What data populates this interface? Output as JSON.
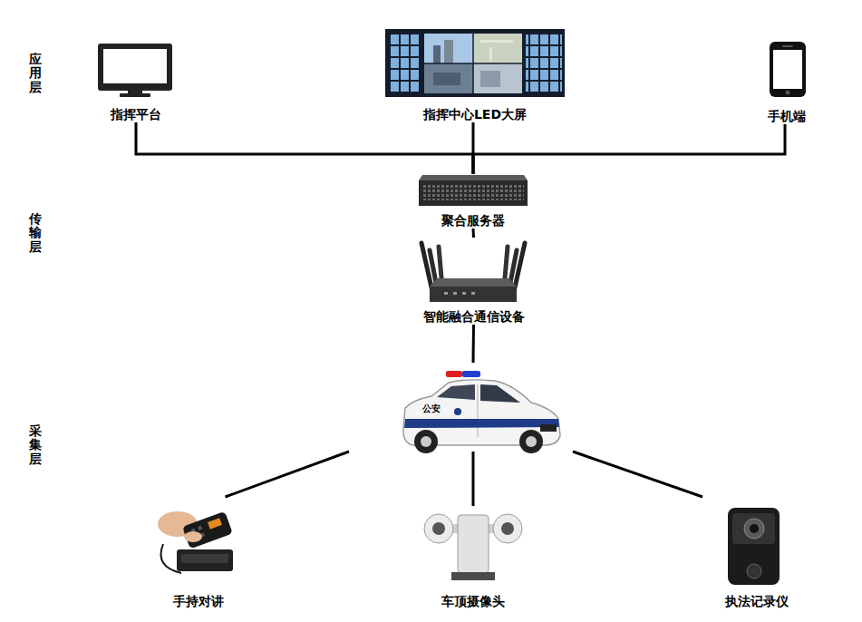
{
  "diagram": {
    "nodes": [
      {
        "text": [
          "指挥平台"
        ]
      },
      {
        "text": [
          "指挥中心LED大屏"
        ]
      },
      {
        "text": [
          "手机端"
        ]
      },
      {
        "text": [
          "聚合服务器"
        ]
      },
      {
        "text": [
          "智能融合通信设备"
        ]
      },
      {
        "text": [
          "公安"
        ]
      },
      {
        "text": [
          "手持对讲"
        ]
      },
      {
        "text": [
          "车顶摄像头"
        ]
      },
      {
        "text": [
          "执法记录仪"
        ]
      }
    ],
    "edges": [
      {
        "from": 0,
        "to": 3,
        "arrow": "none"
      },
      {
        "from": 1,
        "to": 3,
        "arrow": "none"
      },
      {
        "from": 2,
        "to": 3,
        "arrow": "none"
      },
      {
        "from": 3,
        "to": 4,
        "arrow": "none"
      },
      {
        "from": 4,
        "to": 5,
        "arrow": "none"
      },
      {
        "from": 5,
        "to": 6,
        "arrow": "none"
      },
      {
        "from": 5,
        "to": 7,
        "arrow": "none"
      },
      {
        "from": 5,
        "to": 8,
        "arrow": "none"
      }
    ],
    "labels": [
      "应用层",
      "传输层",
      "采集层"
    ]
  }
}
